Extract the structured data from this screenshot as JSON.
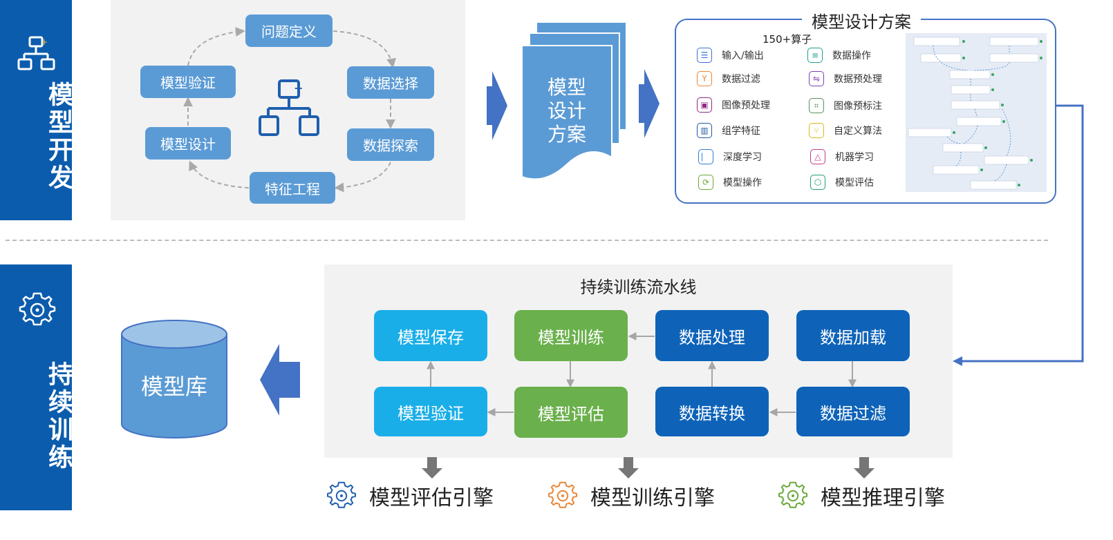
{
  "sections": {
    "model_dev": "模型开发",
    "continuous_training": "持续训练"
  },
  "cycle": {
    "problem_definition": "问题定义",
    "data_selection": "数据选择",
    "data_exploration": "数据探索",
    "feature_engineering": "特征工程",
    "model_design": "模型设计",
    "model_validation": "模型验证"
  },
  "doc_stack": {
    "text": "模型\n设计\n方案"
  },
  "design_plan": {
    "title": "模型设计方案",
    "operator_count": "150+算子",
    "operators": [
      {
        "label": "输入/输出",
        "icon": "io-icon",
        "color": "#3a6fd8"
      },
      {
        "label": "数据操作",
        "icon": "database-icon",
        "color": "#1f9e8e"
      },
      {
        "label": "数据过滤",
        "icon": "filter-icon",
        "color": "#e8873a"
      },
      {
        "label": "数据预处理",
        "icon": "preprocess-icon",
        "color": "#7b3fb5"
      },
      {
        "label": "图像预处理",
        "icon": "image-icon",
        "color": "#8e2a8a"
      },
      {
        "label": "图像预标注",
        "icon": "annotate-icon",
        "color": "#5a8f5a"
      },
      {
        "label": "组学特征",
        "icon": "omics-icon",
        "color": "#1f5a9e"
      },
      {
        "label": "自定义算法",
        "icon": "custom-algo-icon",
        "color": "#d6b81a"
      },
      {
        "label": "深度学习",
        "icon": "deep-learning-icon",
        "color": "#2f7bd6"
      },
      {
        "label": "机器学习",
        "icon": "machine-learning-icon",
        "color": "#c63a8a"
      },
      {
        "label": "模型操作",
        "icon": "model-op-icon",
        "color": "#6aa83a"
      },
      {
        "label": "模型评估",
        "icon": "model-eval-icon",
        "color": "#1f9e6e"
      }
    ]
  },
  "pipeline": {
    "title": "持续训练流水线",
    "model_save": "模型保存",
    "model_train": "模型训练",
    "data_processing": "数据处理",
    "data_loading": "数据加载",
    "model_validation": "模型验证",
    "model_evaluation": "模型评估",
    "data_transform": "数据转换",
    "data_filter": "数据过滤"
  },
  "model_repo": "模型库",
  "engines": [
    {
      "label": "模型评估引擎",
      "color": "#1f5fae"
    },
    {
      "label": "模型训练引擎",
      "color": "#e8873a"
    },
    {
      "label": "模型推理引擎",
      "color": "#6aa83a"
    }
  ]
}
